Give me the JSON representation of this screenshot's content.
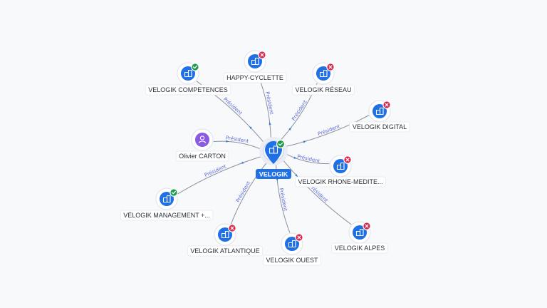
{
  "center": {
    "label": "VELOGIK",
    "status": "ok",
    "icon": "building-icon"
  },
  "relation_label": "Président",
  "nodes": [
    {
      "id": "olivier",
      "label": "Olivier CARTON",
      "type": "person",
      "status": null,
      "icon": "person-icon",
      "direction": "in"
    },
    {
      "id": "competences",
      "label": "VELOGIK COMPETENCES",
      "type": "company",
      "status": "ok",
      "icon": "building-icon",
      "direction": "out"
    },
    {
      "id": "happy",
      "label": "HAPPY-CYCLETTE",
      "type": "company",
      "status": "ko",
      "icon": "building-icon",
      "direction": "out"
    },
    {
      "id": "reseau",
      "label": "VELOGIK RÉSEAU",
      "type": "company",
      "status": "ko",
      "icon": "building-icon",
      "direction": "out"
    },
    {
      "id": "digital",
      "label": "VELOGIK DIGITAL",
      "type": "company",
      "status": "ko",
      "icon": "building-icon",
      "direction": "out"
    },
    {
      "id": "rhone",
      "label": "VELOGIK RHONE-MEDITE...",
      "type": "company",
      "status": "ko",
      "icon": "building-icon",
      "direction": "out"
    },
    {
      "id": "alpes",
      "label": "VELOGIK ALPES",
      "type": "company",
      "status": "ko",
      "icon": "building-icon",
      "direction": "out"
    },
    {
      "id": "ouest",
      "label": "VELOGIK OUEST",
      "type": "company",
      "status": "ko",
      "icon": "building-icon",
      "direction": "out"
    },
    {
      "id": "atlantique",
      "label": "VELOGIK ATLANTIQUE",
      "type": "company",
      "status": "ko",
      "icon": "building-icon",
      "direction": "out"
    },
    {
      "id": "management",
      "label": "VÉLOGIK MANAGEMENT +...",
      "type": "company",
      "status": "ok",
      "icon": "building-icon",
      "direction": "out"
    }
  ],
  "colors": {
    "accent": "#1f6fe5",
    "person": "#8a5be0",
    "status_ok": "#1f9a4a",
    "status_ko": "#d8254a",
    "edge_label": "#5b6bd6"
  }
}
